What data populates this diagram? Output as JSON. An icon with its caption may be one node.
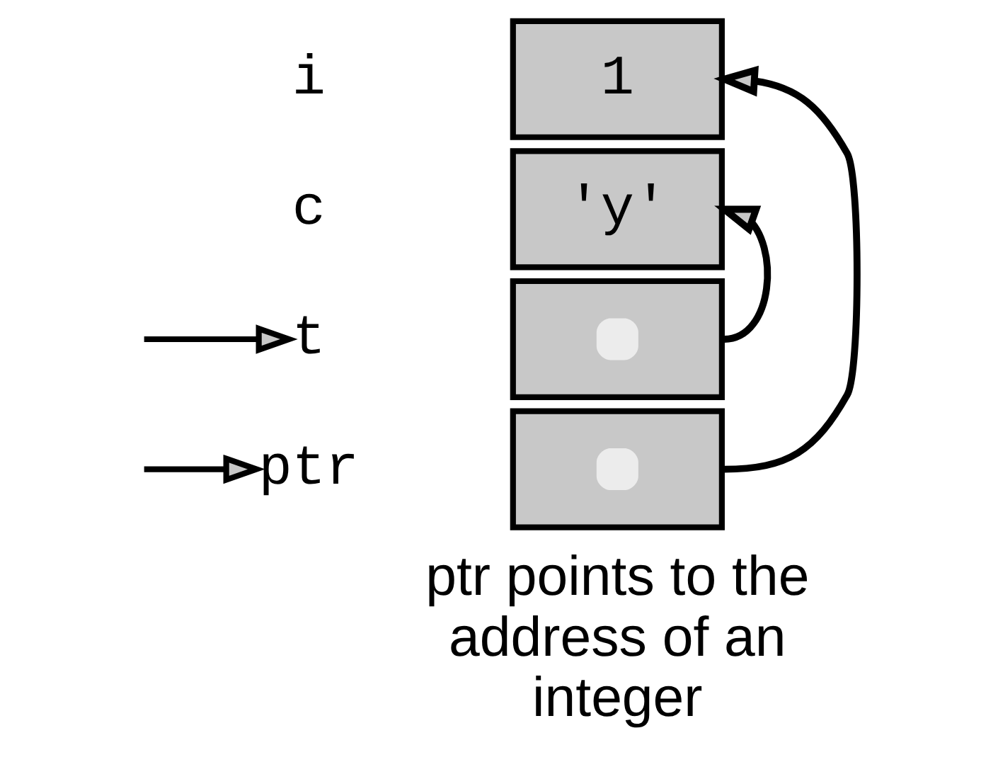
{
  "diagram": {
    "nodes": [
      {
        "text": [
          "1"
        ]
      },
      {
        "text": [
          "'y'"
        ]
      },
      {
        "text": [
          "t"
        ]
      },
      {
        "text": [],
        "shape": "box"
      },
      {
        "text": [
          "ptr"
        ]
      },
      {
        "text": [],
        "shape": "box"
      }
    ],
    "edges": [
      {
        "from": 5,
        "to": 0,
        "arrow": "to"
      },
      {
        "from": 3,
        "to": 1,
        "arrow": "to"
      },
      {
        "from": null,
        "to": 2,
        "arrow": "to"
      },
      {
        "from": null,
        "to": 4,
        "arrow": "to"
      }
    ],
    "labels": [
      "i",
      "c",
      "ptr points to the address of an integer"
    ]
  }
}
